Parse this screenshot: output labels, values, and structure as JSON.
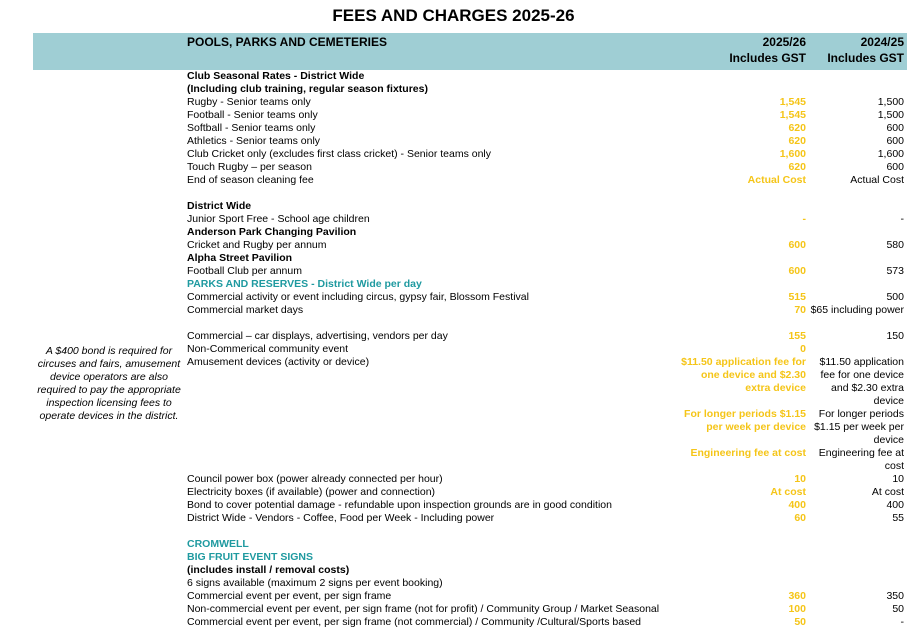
{
  "title": "FEES AND CHARGES 2025-26",
  "header": {
    "section": "POOLS, PARKS AND CEMETERIES",
    "col1_line1": "2025/26",
    "col1_line2": "Includes GST",
    "col2_line1": "2024/25",
    "col2_line2": "Includes GST"
  },
  "note": "A $400 bond is required for circuses and fairs, amusement device operators are also required to pay the appropriate inspection licensing fees to operate devices in the district.",
  "rows": [
    {
      "desc": "Club Seasonal Rates - District Wide",
      "style": "bold",
      "v1": "",
      "v2": ""
    },
    {
      "desc": "(Including club training, regular season fixtures)",
      "style": "bold",
      "v1": "",
      "v2": ""
    },
    {
      "desc": "Rugby - Senior teams only",
      "style": "",
      "v1": "1,545",
      "v2": "1,500"
    },
    {
      "desc": "Football - Senior teams only",
      "style": "",
      "v1": "1,545",
      "v2": "1,500"
    },
    {
      "desc": "Softball - Senior teams only",
      "style": "",
      "v1": "620",
      "v2": "600"
    },
    {
      "desc": "Athletics - Senior teams only",
      "style": "",
      "v1": "620",
      "v2": "600"
    },
    {
      "desc": "Club Cricket only (excludes first class cricket) - Senior teams only",
      "style": "",
      "v1": "1,600",
      "v2": "1,600"
    },
    {
      "desc": "Touch Rugby – per season",
      "style": "",
      "v1": "620",
      "v2": "600"
    },
    {
      "desc": "End of season cleaning fee",
      "style": "",
      "v1": "Actual Cost",
      "v2": "Actual Cost"
    },
    {
      "desc": "",
      "style": "",
      "v1": "",
      "v2": ""
    },
    {
      "desc": "District Wide",
      "style": "bold",
      "v1": "",
      "v2": ""
    },
    {
      "desc": "Junior Sport Free - School age children",
      "style": "",
      "v1": "-",
      "v2": "-"
    },
    {
      "desc": "Anderson Park Changing Pavilion",
      "style": "bold",
      "v1": "",
      "v2": ""
    },
    {
      "desc": "Cricket and Rugby per annum",
      "style": "",
      "v1": "600",
      "v2": "580"
    },
    {
      "desc": "Alpha Street Pavilion",
      "style": "bold",
      "v1": "",
      "v2": ""
    },
    {
      "desc": "Football Club per annum",
      "style": "",
      "v1": "600",
      "v2": "573"
    },
    {
      "desc": "PARKS AND RESERVES - District Wide per day",
      "style": "teal",
      "v1": "",
      "v2": ""
    },
    {
      "desc": "Commercial activity or event including circus, gypsy fair, Blossom Festival",
      "style": "",
      "v1": "515",
      "v2": "500"
    },
    {
      "desc": "Commercial market days",
      "style": "",
      "v1": "70",
      "v2": "$65 including power"
    },
    {
      "desc": "",
      "style": "",
      "v1": "",
      "v2": ""
    },
    {
      "desc": "Commercial – car displays, advertising, vendors per day",
      "style": "",
      "v1": "155",
      "v2": "150"
    },
    {
      "desc": "Non-Commerical community event",
      "style": "",
      "v1": "0",
      "v2": ""
    },
    {
      "desc": "Amusement devices (activity or device)",
      "style": "",
      "v1": "$11.50 application fee for",
      "v2": "$11.50 application"
    },
    {
      "desc": "",
      "style": "",
      "v1": "one device and $2.30",
      "v2": "fee for one device"
    },
    {
      "desc": "",
      "style": "",
      "v1": "extra device",
      "v2": "and $2.30 extra"
    },
    {
      "desc": "",
      "style": "",
      "v1": "",
      "v2": "device"
    },
    {
      "desc": "",
      "style": "",
      "v1": "For longer periods $1.15",
      "v2": "For longer periods"
    },
    {
      "desc": "",
      "style": "",
      "v1": "per week per device",
      "v2": "$1.15 per week per"
    },
    {
      "desc": "",
      "style": "",
      "v1": "",
      "v2": "device"
    },
    {
      "desc": "",
      "style": "",
      "v1": "Engineering fee at cost",
      "v2": "Engineering fee at"
    },
    {
      "desc": "",
      "style": "",
      "v1": "",
      "v2": "cost"
    },
    {
      "desc": "Council power box (power already connected per hour)",
      "style": "",
      "v1": "10",
      "v2": "10"
    },
    {
      "desc": "Electricity boxes (if available) (power and connection)",
      "style": "",
      "v1": "At cost",
      "v2": "At cost"
    },
    {
      "desc": "Bond to cover potential damage - refundable upon inspection grounds are in good condition",
      "style": "",
      "v1": "400",
      "v2": "400"
    },
    {
      "desc": "District Wide - Vendors - Coffee, Food per Week - Including power",
      "style": "",
      "v1": "60",
      "v2": "55"
    },
    {
      "desc": "",
      "style": "",
      "v1": "",
      "v2": ""
    },
    {
      "desc": "CROMWELL",
      "style": "teal",
      "v1": "",
      "v2": ""
    },
    {
      "desc": "BIG FRUIT EVENT SIGNS",
      "style": "teal",
      "v1": "",
      "v2": ""
    },
    {
      "desc": "(includes install / removal costs)",
      "style": "bold",
      "v1": "",
      "v2": ""
    },
    {
      "desc": "6 signs available (maximum 2 signs per event booking)",
      "style": "",
      "v1": "",
      "v2": ""
    },
    {
      "desc": "Commercial event per event, per sign frame",
      "style": "",
      "v1": "360",
      "v2": "350"
    },
    {
      "desc": "Non-commercial event per event, per sign frame (not for profit) / Community Group / Market Seasonal",
      "style": "",
      "v1": "100",
      "v2": "50"
    },
    {
      "desc": "Commercial event per event, per sign frame (not commercial) / Community /Cultural/Sports based",
      "style": "",
      "v1": "50",
      "v2": "-"
    }
  ]
}
